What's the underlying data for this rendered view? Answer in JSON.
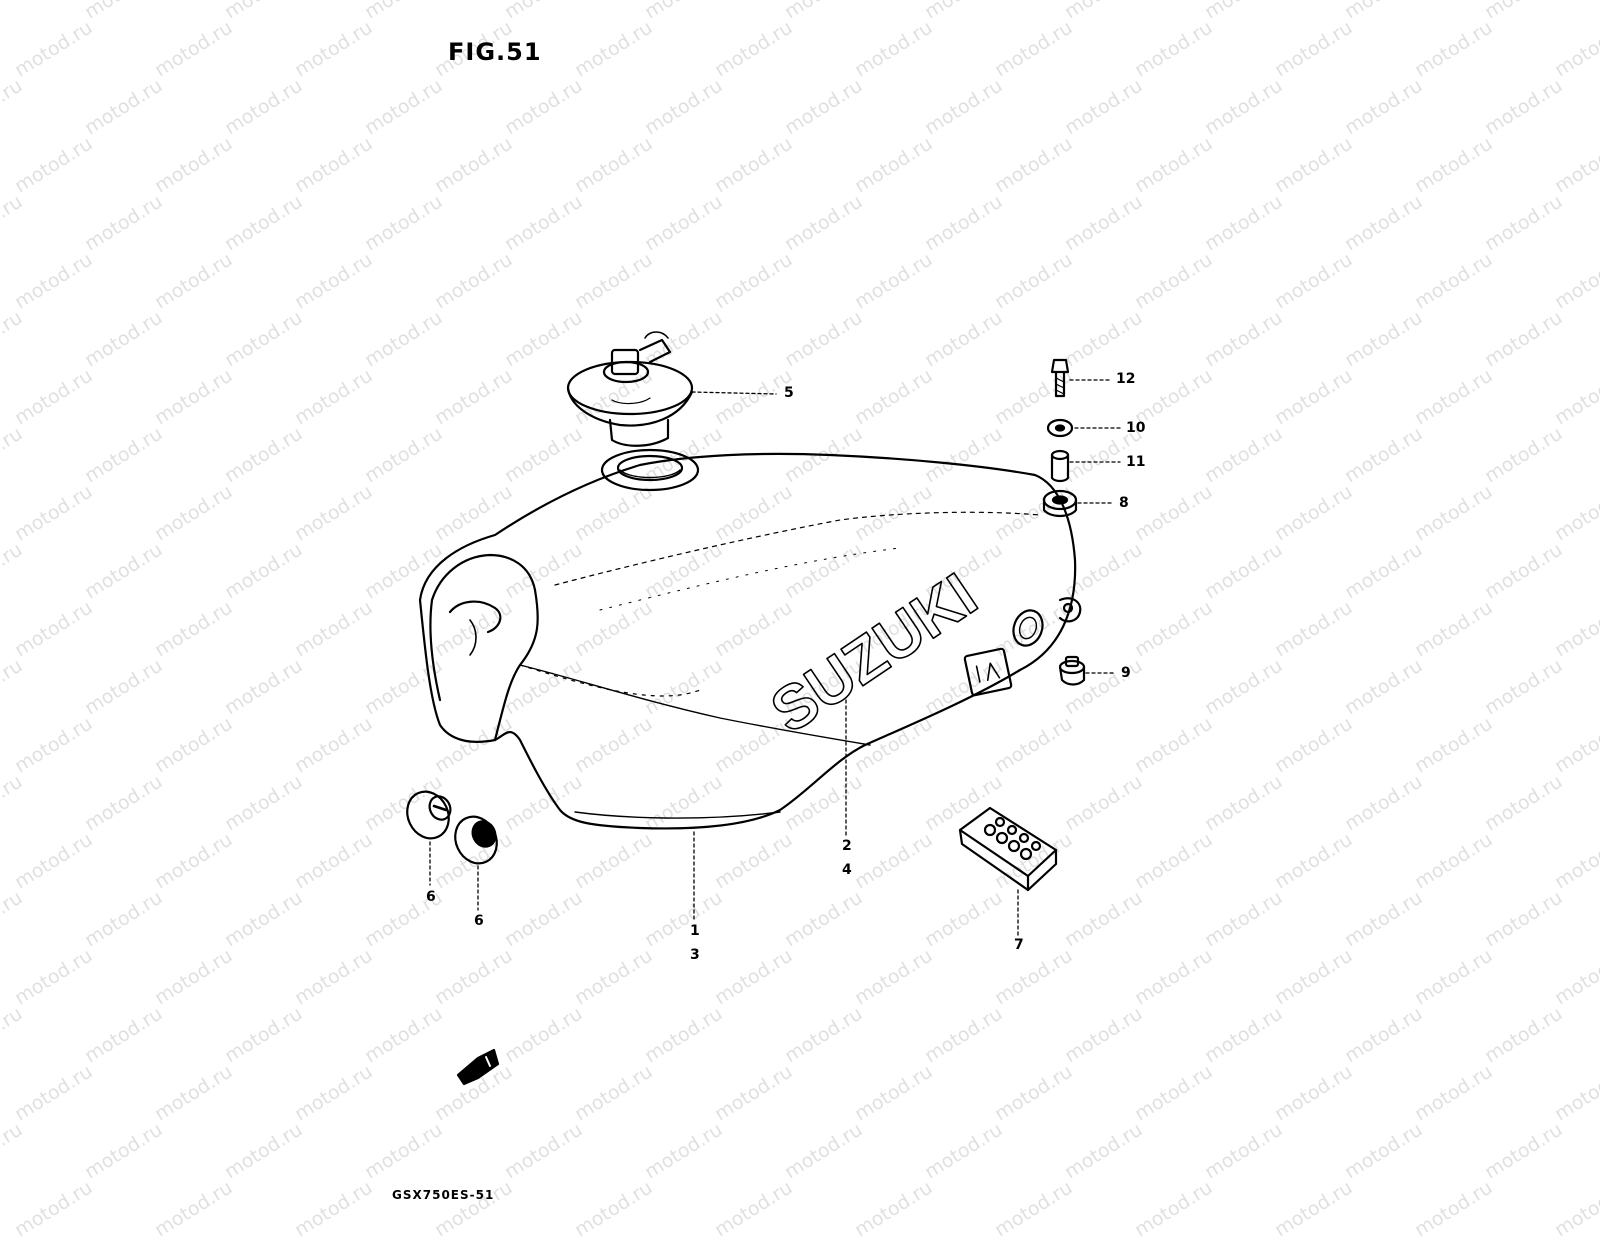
{
  "figure": {
    "title": "FIG.51",
    "watermark": "motod.ru",
    "brand_on_tank": "SUZUKI",
    "footer_code": "GSX750ES-51"
  },
  "callouts": [
    {
      "id": "c1",
      "text": "1"
    },
    {
      "id": "c2",
      "text": "2"
    },
    {
      "id": "c3",
      "text": "3"
    },
    {
      "id": "c4",
      "text": "4"
    },
    {
      "id": "c5",
      "text": "5"
    },
    {
      "id": "c6a",
      "text": "6"
    },
    {
      "id": "c6b",
      "text": "6"
    },
    {
      "id": "c7",
      "text": "7"
    },
    {
      "id": "c8",
      "text": "8"
    },
    {
      "id": "c9",
      "text": "9"
    },
    {
      "id": "c10",
      "text": "10"
    },
    {
      "id": "c11",
      "text": "11"
    },
    {
      "id": "c12",
      "text": "12"
    }
  ],
  "colors": {
    "ink": "#000000",
    "paper": "#ffffff"
  }
}
